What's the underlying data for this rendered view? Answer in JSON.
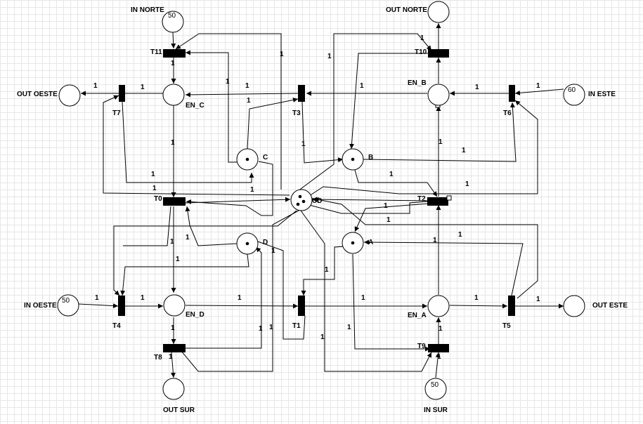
{
  "places": [
    {
      "id": "in_norte",
      "label": "IN NORTE",
      "count": "50"
    },
    {
      "id": "out_norte",
      "label": "OUT NORTE",
      "count": ""
    },
    {
      "id": "out_oeste",
      "label": "OUT OESTE",
      "count": ""
    },
    {
      "id": "in_este",
      "label": "IN ESTE",
      "count": "60"
    },
    {
      "id": "in_oeste",
      "label": "IN OESTE",
      "count": "50"
    },
    {
      "id": "out_este",
      "label": "OUT ESTE",
      "count": ""
    },
    {
      "id": "out_sur",
      "label": "OUT SUR",
      "count": ""
    },
    {
      "id": "in_sur",
      "label": "IN SUR",
      "count": "50"
    },
    {
      "id": "en_c",
      "label": "EN_C",
      "count": ""
    },
    {
      "id": "en_b",
      "label": "EN_B",
      "count": ""
    },
    {
      "id": "en_d",
      "label": "EN_D",
      "count": ""
    },
    {
      "id": "en_a",
      "label": "EN_A",
      "count": ""
    },
    {
      "id": "c",
      "label": "C",
      "count": "",
      "tokens": 1
    },
    {
      "id": "b",
      "label": "B",
      "count": "",
      "tokens": 1
    },
    {
      "id": "d",
      "label": "D",
      "count": "",
      "tokens": 1
    },
    {
      "id": "a",
      "label": "A",
      "count": "",
      "tokens": 1
    },
    {
      "id": "ud",
      "label": "UD",
      "count": "",
      "tokens": 3
    }
  ],
  "transitions": [
    "T0",
    "T1",
    "T2",
    "T3",
    "T4",
    "T5",
    "T6",
    "T7",
    "T8",
    "T9",
    "T10",
    "T11"
  ],
  "arc_weight": "1"
}
